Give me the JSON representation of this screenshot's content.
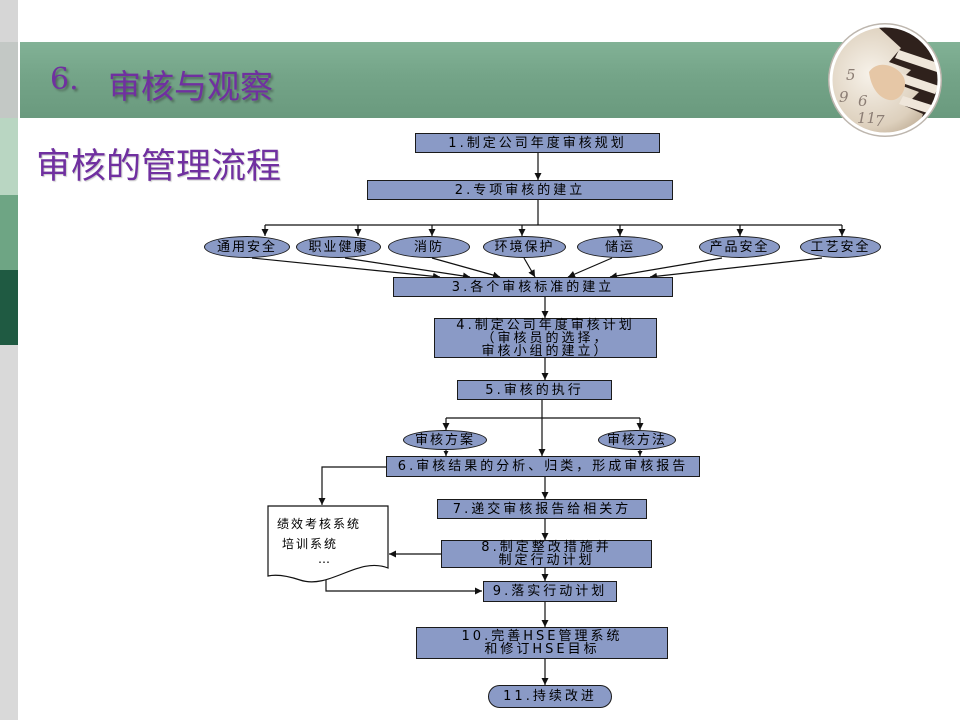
{
  "slide": {
    "title_number": "6.",
    "title_text": "审核与观察",
    "subtitle": "审核的管理流程"
  },
  "decoration": {
    "clock_digits": [
      "5",
      "9",
      "6",
      "11",
      "7"
    ]
  },
  "flowchart": {
    "step1": "1.制定公司年度审核规划",
    "step2": "2.专项审核的建立",
    "categories": [
      "通用安全",
      "职业健康",
      "消防",
      "环境保护",
      "储运",
      "产品安全",
      "工艺安全"
    ],
    "step3": "3.各个审核标准的建立",
    "step4": [
      "4.制定公司年度审核计划",
      "（审核员的选择，",
      "审核小组的建立）"
    ],
    "step5": "5.审核的执行",
    "inputs": [
      "审核方案",
      "审核方法"
    ],
    "step6": "6.审核结果的分析、归类，形成审核报告",
    "step7": "7.递交审核报告给相关方",
    "external_systems": [
      "绩效考核系统",
      "培训系统",
      "…"
    ],
    "step8": [
      "8.制定整改措施并",
      "制定行动计划"
    ],
    "step9": "9.落实行动计划",
    "step10": [
      "10.完善HSE管理系统",
      "和修订HSE目标"
    ],
    "step11": "11.持续改进"
  },
  "colors": {
    "title": "#7030A0",
    "node_fill": "#8A9AC6",
    "header_band": "#74A488"
  }
}
